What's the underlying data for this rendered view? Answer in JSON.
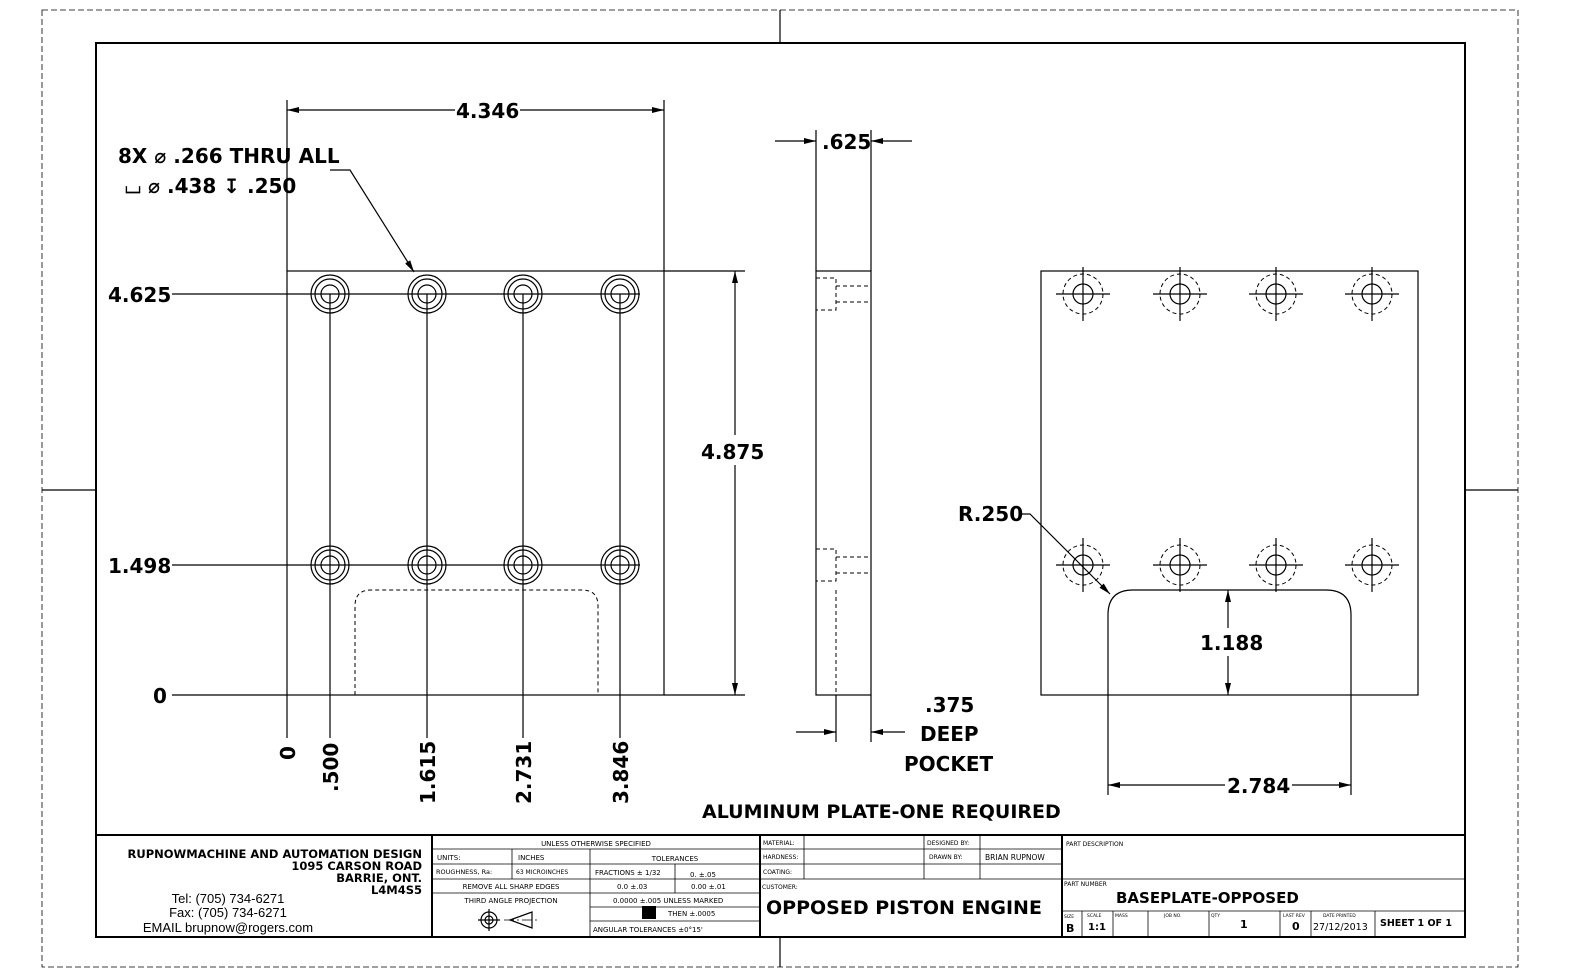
{
  "drawing": {
    "note_line1": "8X ⌀ .266 THRU ALL",
    "note_line2": "⌴ ⌀ .438 ↧ .250",
    "dim_width": "4.346",
    "dim_height": "4.875",
    "ordinate_y": [
      "4.625",
      "1.498",
      "0"
    ],
    "ordinate_x": [
      "0",
      ".500",
      "1.615",
      "2.731",
      "3.846"
    ],
    "dim_thickness": ".625",
    "pocket_depth": [
      ".375",
      "DEEP",
      "POCKET"
    ],
    "radius": "R.250",
    "pocket_height": "1.188",
    "pocket_width": "2.784",
    "general_note": "ALUMINUM PLATE-ONE REQUIRED"
  },
  "title_block": {
    "company": [
      "RUPNOWMACHINE AND AUTOMATION DESIGN",
      "1095 CARSON ROAD",
      "BARRIE, ONT.",
      "L4M4S5"
    ],
    "contact": [
      "Tel: (705) 734-6271",
      "Fax: (705) 734-6271",
      "EMAIL brupnow@rogers.com"
    ],
    "unless": "UNLESS OTHERWISE SPECIFIED",
    "units_label": "UNITS:",
    "units_value": "INCHES",
    "roughness_label": "ROUGHNESS, Ra:",
    "roughness_value": "63 MICROINCHES",
    "edges": "REMOVE ALL SHARP EDGES",
    "projection": "THIRD ANGLE PROJECTION",
    "tolerances": "TOLERANCES",
    "tol_fractions": "FRACTIONS ± 1/32",
    "tol_0": "0.   ±.05",
    "tol_00": "0.0   ±.03",
    "tol_000": "0.00   ±.01",
    "tol_0000": "0.0000   ±.005 UNLESS MARKED",
    "tol_then": "THEN  ±.0005",
    "angular": "ANGULAR TOLERANCES   ±0°15'",
    "material_label": "MATERIAL:",
    "hardness_label": "HARDNESS:",
    "coating_label": "COATING:",
    "designed_label": "DESIGNED BY:",
    "drawn_label": "DRAWN BY:",
    "drawn_value": "BRIAN RUPNOW",
    "customer_label": "CUSTOMER:",
    "customer_value": "OPPOSED PISTON ENGINE",
    "part_desc_label": "PART DESCRIPTION",
    "part_number_label": "PART NUMBER",
    "part_number": "BASEPLATE-OPPOSED",
    "size_label": "SIZE",
    "size": "B",
    "scale_label": "SCALE",
    "scale": "1:1",
    "mass_label": "MASS",
    "job_label": "JOB NO.",
    "qty_label": "QTY",
    "qty": "1",
    "rev_label": "LAST REV",
    "rev": "0",
    "date_label": "DATE PRINTED",
    "date": "27/12/2013",
    "sheet": "SHEET 1 OF 1"
  }
}
